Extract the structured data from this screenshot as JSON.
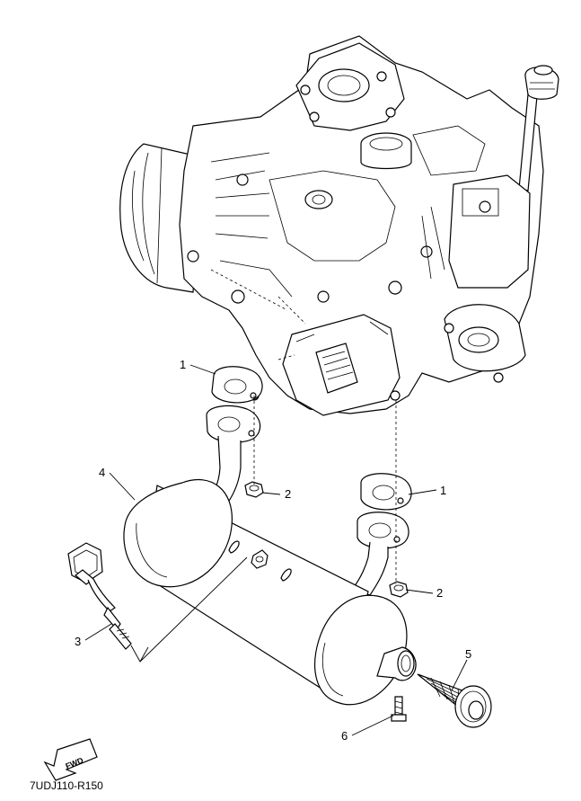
{
  "diagram": {
    "callouts": [
      {
        "id": "c1a",
        "text": "1"
      },
      {
        "id": "c2a",
        "text": "2"
      },
      {
        "id": "c1b",
        "text": "1"
      },
      {
        "id": "c2b",
        "text": "2"
      },
      {
        "id": "c3",
        "text": "3"
      },
      {
        "id": "c4",
        "text": "4"
      },
      {
        "id": "c5",
        "text": "5"
      },
      {
        "id": "c6",
        "text": "6"
      }
    ],
    "fwd_label": "FWD",
    "drawing_code": "7UDJ110-R150"
  },
  "icons": {
    "forward_arrow": "fwd-arrow-icon"
  }
}
